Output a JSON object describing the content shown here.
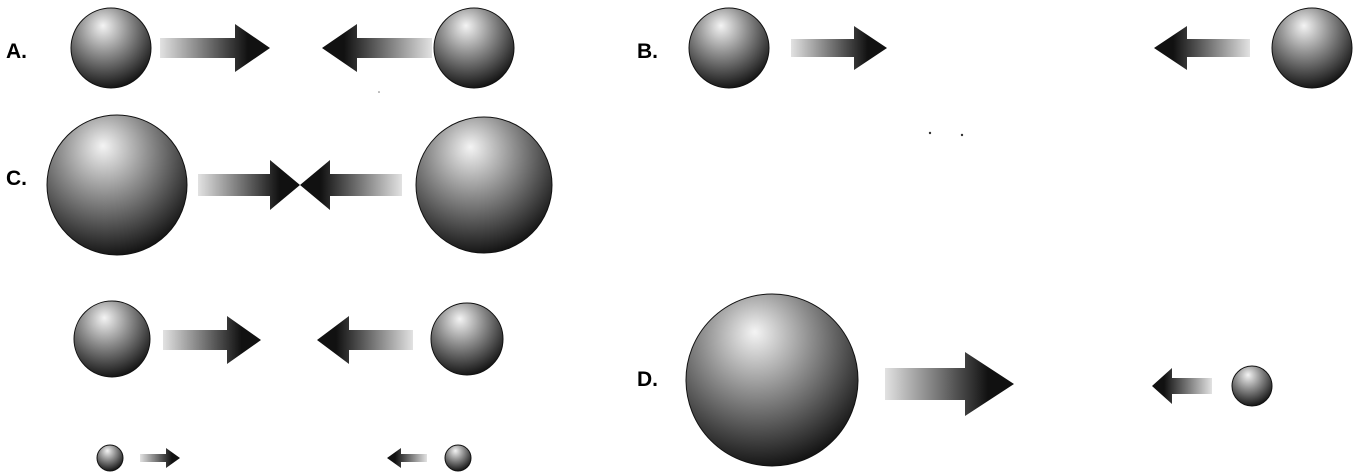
{
  "panels": {
    "a": {
      "label": "A."
    },
    "b": {
      "label": "B."
    },
    "c": {
      "label": "C."
    },
    "d": {
      "label": "D."
    }
  },
  "colors": {
    "sphere_light": "#f4f4f4",
    "sphere_mid": "#8c8c8c",
    "sphere_dark": "#111111",
    "arrow_dark": "#111111",
    "arrow_light": "#e2e2e2",
    "background": "#ffffff"
  },
  "icons": {
    "sphere": "shaded-sphere-icon",
    "arrow": "gradient-arrow-icon"
  }
}
